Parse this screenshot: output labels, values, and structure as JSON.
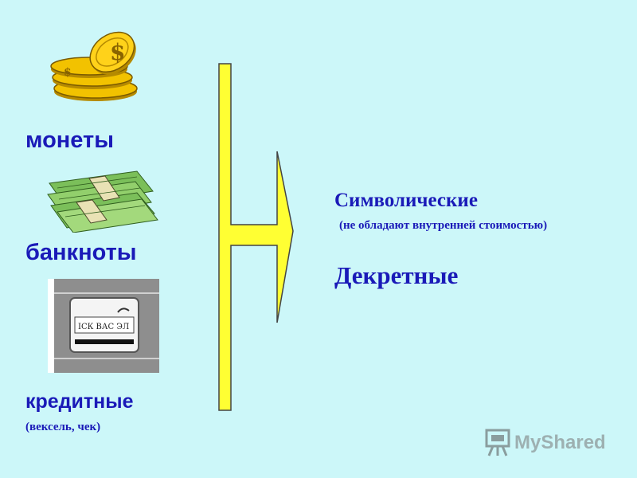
{
  "left_column": {
    "coins_label": "монеты",
    "banknotes_label": "банкноты",
    "credit_label": "кредитные",
    "credit_note": "(вексель, чек)"
  },
  "right_column": {
    "symbolic_label": "Символические",
    "symbolic_note": "(не обладают внутренней стоимостью)",
    "decree_label": "Декретные"
  },
  "card_text": "IСК ВАС ЭЛ",
  "watermark_text": "MyShared",
  "icons": [
    "coins-icon",
    "banknotes-icon",
    "credit-card-icon",
    "arrow-icon",
    "presentation-icon"
  ],
  "colors": {
    "background": "#ccf7f9",
    "text": "#1a1ab8",
    "arrow_fill": "#ffff33",
    "coin_gold": "#e8b800"
  }
}
